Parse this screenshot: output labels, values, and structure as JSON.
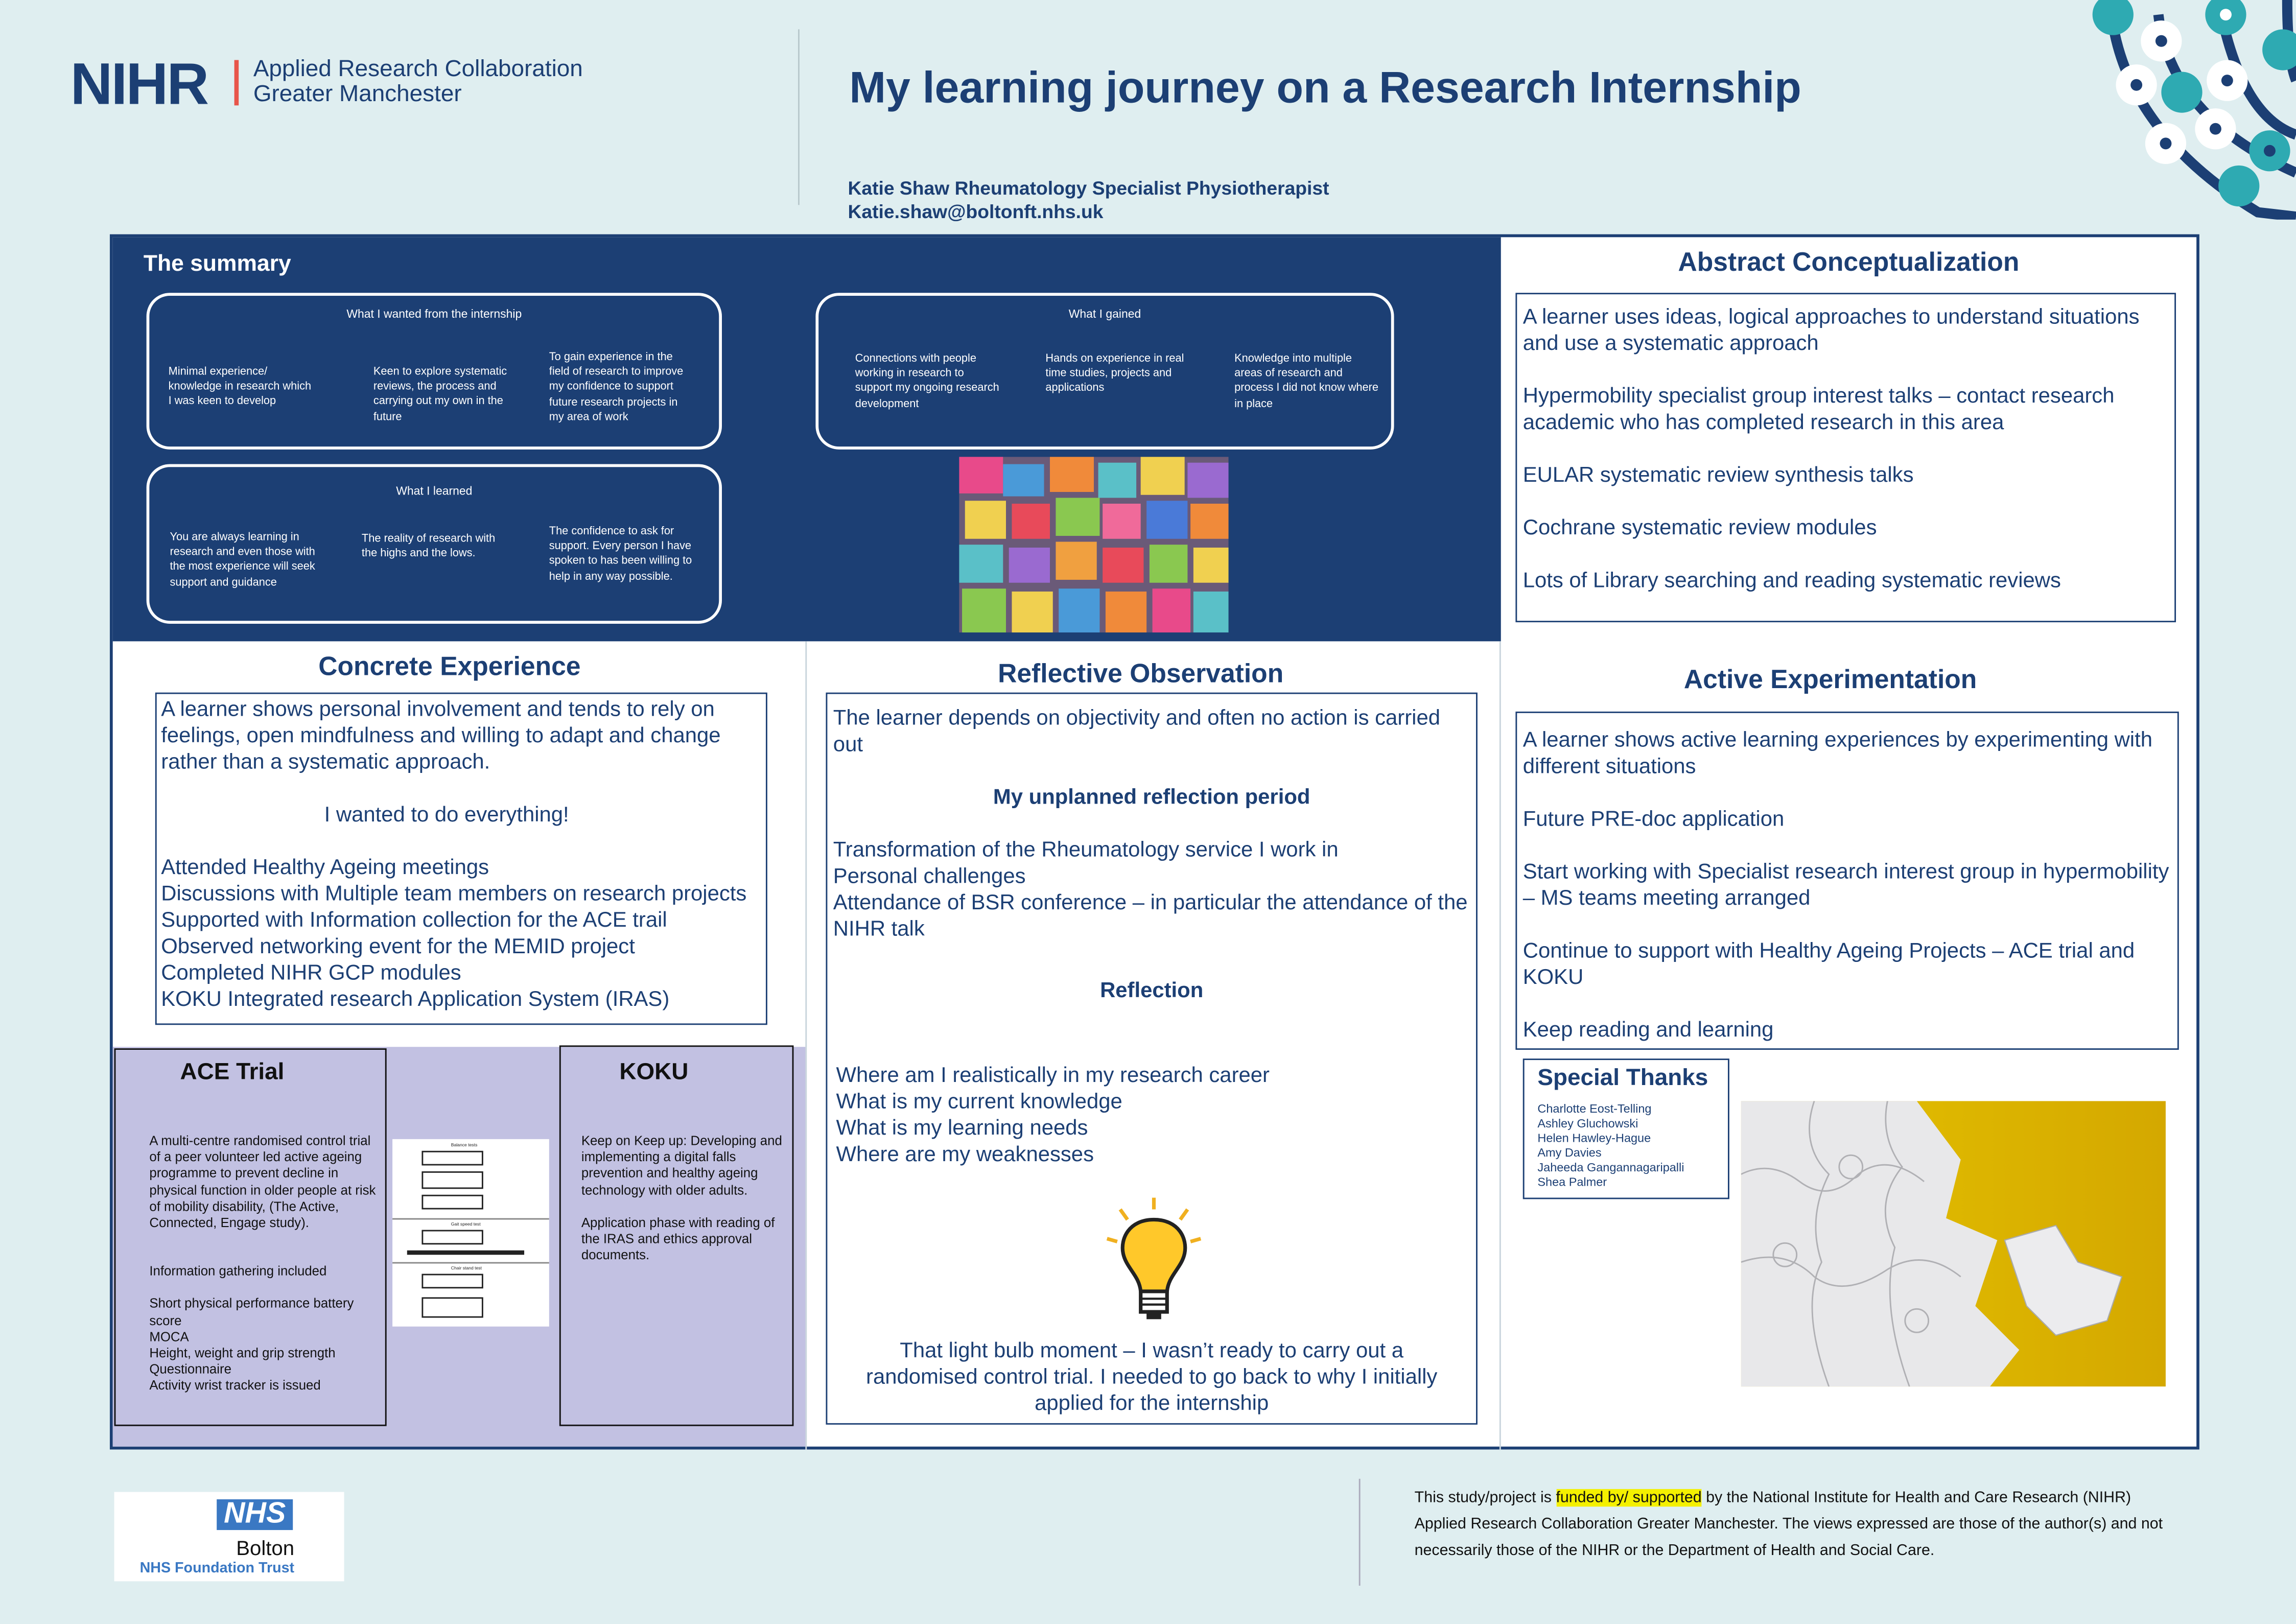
{
  "header": {
    "logo_nihr": "NIHR",
    "logo_line1": "Applied Research Collaboration",
    "logo_line2": "Greater Manchester",
    "title": "My learning journey on a Research Internship",
    "author": "Katie Shaw Rheumatology Specialist Physiotherapist",
    "email": "Katie.shaw@boltonft.nhs.uk"
  },
  "summary": {
    "title": "The summary",
    "wanted": {
      "heading": "What I wanted from the internship",
      "items": [
        "Minimal experience/ knowledge in research which I was keen to develop",
        "Keen to explore systematic reviews,  the process and carrying out my own in the future",
        "To gain experience in the field of research to improve my confidence to support future research projects in my area of work"
      ]
    },
    "learned": {
      "heading": "What I learned",
      "items": [
        "You are always learning in research and even those with the most experience will seek support and guidance",
        "The reality of research with the highs and the lows.",
        "The confidence to ask for support. Every person I have spoken to has been willing to help in any way possible."
      ]
    },
    "gained": {
      "heading": "What I gained",
      "items": [
        "Connections with people working in research to support my ongoing research development",
        "Hands on experience in real time studies, projects and applications",
        "Knowledge into multiple areas of research and process I did not know where in place"
      ]
    }
  },
  "abstract": {
    "title": "Abstract Conceptualization",
    "items": [
      "A learner uses ideas, logical approaches to understand situations and use a systematic approach",
      "Hypermobility specialist group interest talks – contact research academic who has completed research in this area",
      "EULAR systematic review synthesis talks",
      "Cochrane systematic review modules",
      "Lots of Library searching and reading systematic reviews"
    ]
  },
  "concrete": {
    "title": "Concrete Experience",
    "intro": "A learner shows personal involvement and tends to rely on feelings, open mindfulness and willing to adapt and change rather than a systematic approach.",
    "quote": "I wanted to do everything!",
    "items": [
      "Attended Healthy Ageing meetings",
      "Discussions with Multiple team members on research projects",
      "Supported with Information collection for the ACE trail",
      "Observed networking event for the MEMID project",
      "Completed NIHR GCP modules",
      "KOKU Integrated research Application System (IRAS)"
    ]
  },
  "ace": {
    "title": "ACE Trial",
    "desc": "A multi-centre randomised control trial of a peer volunteer led active ageing programme to prevent decline in physical function in older people at risk of mobility disability, (The Active, Connected, Engage study).",
    "info_heading": "Information gathering included",
    "items": [
      "Short physical performance battery score",
      "MOCA",
      "Height, weight and grip strength",
      "Questionnaire",
      "Activity wrist tracker is issued"
    ],
    "figure": {
      "s1": "Balance tests",
      "s2": "Gait speed test",
      "s3": "Chair stand test"
    }
  },
  "koku": {
    "title": "KOKU",
    "desc": "Keep on Keep up: Developing and implementing a digital falls prevention and healthy ageing technology with older adults.",
    "desc2": "Application phase with reading of the IRAS and ethics approval documents."
  },
  "reflective": {
    "title": "Reflective Observation",
    "intro": "The learner depends on objectivity and often no action is carried out",
    "sub1": "My unplanned reflection period",
    "items1": [
      "Transformation of the Rheumatology service I work in",
      "Personal challenges",
      "Attendance of BSR conference – in particular the attendance of the NIHR talk"
    ],
    "sub2": "Reflection",
    "items2": [
      "Where am I realistically in my research career",
      "What is my current knowledge",
      "What is my learning needs",
      "Where are my weaknesses"
    ],
    "closing": "That light bulb moment – I wasn’t ready to carry out a randomised control trial. I needed to go back to why I initially applied for the internship"
  },
  "active": {
    "title": "Active Experimentation",
    "items": [
      "A learner shows active learning experiences by experimenting with different situations",
      "Future PRE-doc application",
      "Start working with Specialist research interest group in hypermobility – MS teams meeting arranged",
      "Continue to support with Healthy Ageing Projects – ACE trial and KOKU",
      "Keep reading and learning"
    ]
  },
  "thanks": {
    "title": "Special Thanks",
    "names": [
      "Charlotte Eost-Telling",
      "Ashley Gluchowski",
      "Helen Hawley-Hague",
      "Amy Davies",
      "Jaheeda Gangannagaripalli",
      "Shea Palmer"
    ]
  },
  "footer": {
    "nhs": "NHS",
    "bolton": "Bolton",
    "trust": "NHS Foundation Trust",
    "funding_pre": "This study/project is ",
    "funding_highlight": "funded by/ supported",
    "funding_post": " by the National Institute for Health and Care Research (NIHR) Applied Research Collaboration Greater Manchester. The views expressed are those of the author(s) and not necessarily those of the NIHR or the Department of Health and Social Care."
  },
  "colors": {
    "navy": "#1c3f74",
    "teal": "#2eaab2",
    "bg": "#dfeef0",
    "lavender": "#c2c1e2",
    "accent_red": "#e8554a",
    "nhs_blue": "#3a78c3"
  }
}
